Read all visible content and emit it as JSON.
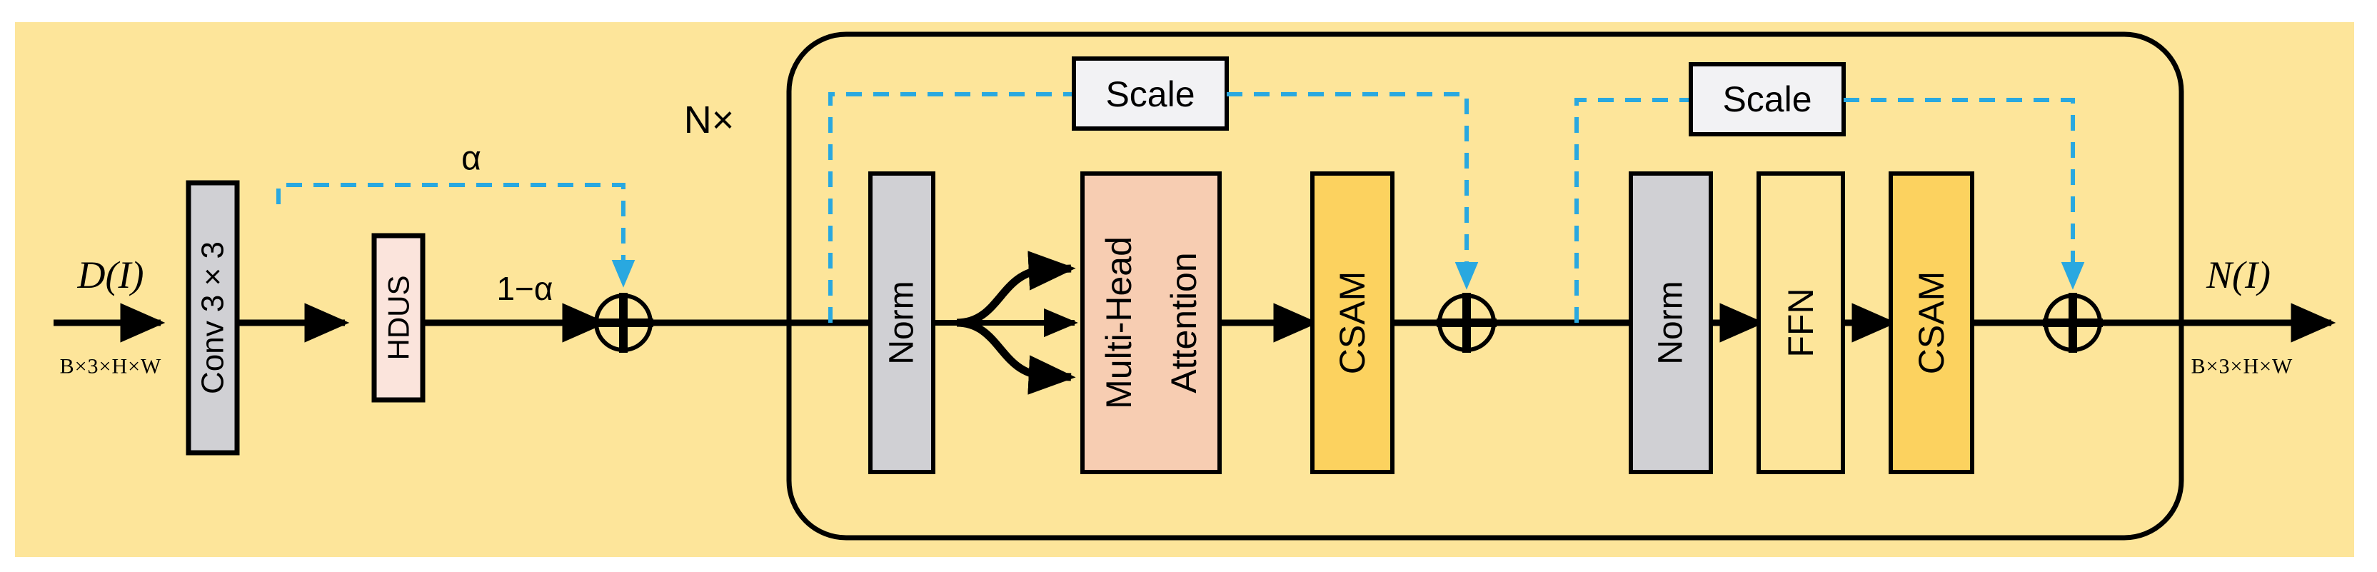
{
  "figure": {
    "type": "neural-network-architecture-diagram",
    "background_panel_color": "#fde59a",
    "page_color": "#ffffff"
  },
  "colors": {
    "panel_bg": "#fde59a",
    "gray_block": "#d0d0d4",
    "peach_block": "#f7cdb2",
    "amber_block": "#fcd25f",
    "pink_block": "#fbe4dc",
    "white_block": "#f2f2f4",
    "clear_block": "#fde59a",
    "stroke": "#000000",
    "dashed_accent": "#29a8e0"
  },
  "input": {
    "signal_label": "D(I)",
    "shape_label": "B×3×H×W"
  },
  "output": {
    "signal_label": "N(I)",
    "shape_label": "B×3×H×W"
  },
  "stem": {
    "conv_label": "Conv 3 × 3",
    "hdus_label": "HDUS",
    "alpha_label": "α",
    "one_minus_alpha_label": "1−α",
    "add_symbol": "+"
  },
  "repeat": {
    "count_label": "N×"
  },
  "attention_branch": {
    "norm_label": "Norm",
    "attention_label_line1": "Multi-Head",
    "attention_label_line2": "Attention",
    "csam_label": "CSAM",
    "scale_label": "Scale",
    "add_symbol": "+"
  },
  "ffn_branch": {
    "norm_label": "Norm",
    "ffn_label": "FFN",
    "csam_label": "CSAM",
    "scale_label": "Scale",
    "add_symbol": "+"
  },
  "blocks": [
    {
      "id": "conv",
      "label": "Conv 3 × 3",
      "fill": "#d0d0d4",
      "orientation": "vertical"
    },
    {
      "id": "hdus",
      "label": "HDUS",
      "fill": "#fbe4dc",
      "orientation": "vertical"
    },
    {
      "id": "norm1",
      "label": "Norm",
      "fill": "#d0d0d4",
      "orientation": "vertical"
    },
    {
      "id": "mha",
      "label": "Multi-Head Attention",
      "fill": "#f7cdb2",
      "orientation": "vertical"
    },
    {
      "id": "csam1",
      "label": "CSAM",
      "fill": "#fcd25f",
      "orientation": "vertical"
    },
    {
      "id": "norm2",
      "label": "Norm",
      "fill": "#d0d0d4",
      "orientation": "vertical"
    },
    {
      "id": "ffn",
      "label": "FFN",
      "fill": "#fde59a",
      "orientation": "vertical"
    },
    {
      "id": "csam2",
      "label": "CSAM",
      "fill": "#fcd25f",
      "orientation": "vertical"
    },
    {
      "id": "scale1",
      "label": "Scale",
      "fill": "#f2f2f4",
      "orientation": "horizontal"
    },
    {
      "id": "scale2",
      "label": "Scale",
      "fill": "#f2f2f4",
      "orientation": "horizontal"
    }
  ]
}
